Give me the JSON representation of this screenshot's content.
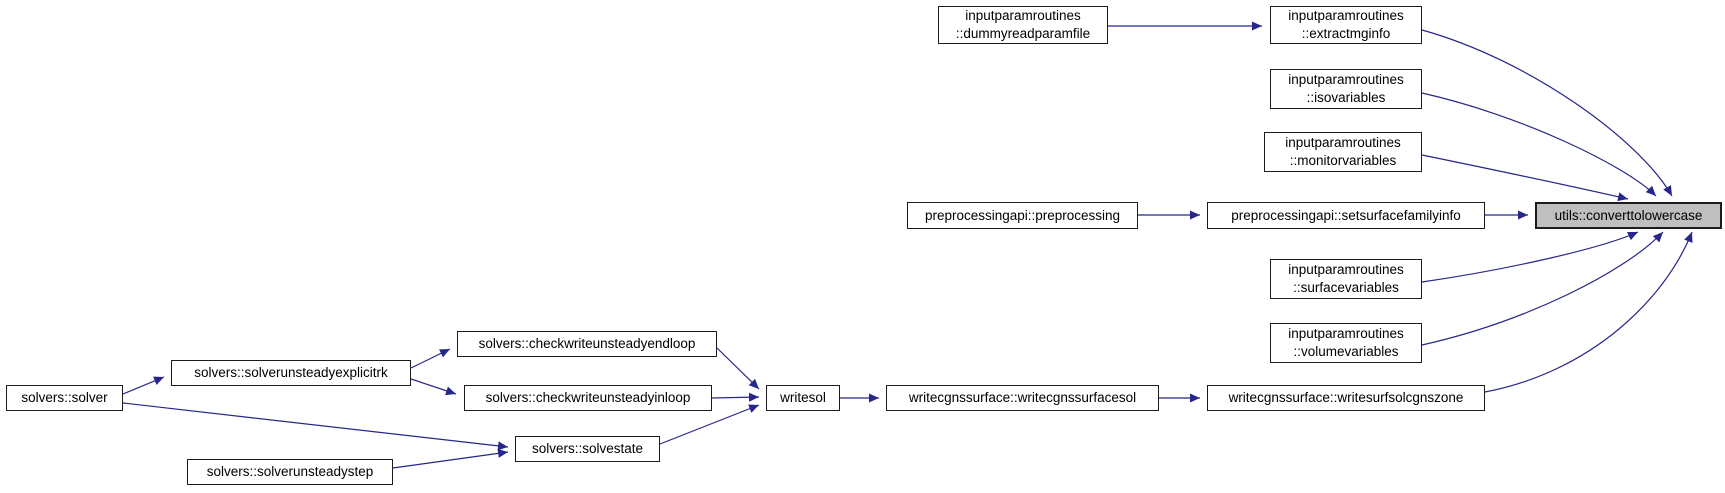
{
  "diagram": {
    "background_color": "#ffffff",
    "edge_color": "#26268b",
    "node_border_color": "#1c1c1c",
    "node_fill_color": "#ffffff",
    "highlight_fill_color": "#bfbfbf",
    "text_color": "#000000",
    "nodes": [
      {
        "id": "dummyreadparamfile",
        "lines": [
          "inputparamroutines",
          "::dummyreadparamfile"
        ],
        "highlighted": false
      },
      {
        "id": "extractmginfo",
        "lines": [
          "inputparamroutines",
          "::extractmginfo"
        ],
        "highlighted": false
      },
      {
        "id": "isovariables",
        "lines": [
          "inputparamroutines",
          "::isovariables"
        ],
        "highlighted": false
      },
      {
        "id": "monitorvariables",
        "lines": [
          "inputparamroutines",
          "::monitorvariables"
        ],
        "highlighted": false
      },
      {
        "id": "preprocessing",
        "lines": [
          "preprocessingapi::preprocessing"
        ],
        "highlighted": false
      },
      {
        "id": "setsurfacefamilyinfo",
        "lines": [
          "preprocessingapi::setsurfacefamilyinfo"
        ],
        "highlighted": false
      },
      {
        "id": "converttolowercase",
        "lines": [
          "utils::converttolowercase"
        ],
        "highlighted": true
      },
      {
        "id": "surfacevariables",
        "lines": [
          "inputparamroutines",
          "::surfacevariables"
        ],
        "highlighted": false
      },
      {
        "id": "volumevariables",
        "lines": [
          "inputparamroutines",
          "::volumevariables"
        ],
        "highlighted": false
      },
      {
        "id": "solver",
        "lines": [
          "solvers::solver"
        ],
        "highlighted": false
      },
      {
        "id": "solverunsteadyexplicitrk",
        "lines": [
          "solvers::solverunsteadyexplicitrk"
        ],
        "highlighted": false
      },
      {
        "id": "solverunsteadystep",
        "lines": [
          "solvers::solverunsteadystep"
        ],
        "highlighted": false
      },
      {
        "id": "checkwriteunsteadyendloop",
        "lines": [
          "solvers::checkwriteunsteadyendloop"
        ],
        "highlighted": false
      },
      {
        "id": "checkwriteunsteadyinloop",
        "lines": [
          "solvers::checkwriteunsteadyinloop"
        ],
        "highlighted": false
      },
      {
        "id": "solvestate",
        "lines": [
          "solvers::solvestate"
        ],
        "highlighted": false
      },
      {
        "id": "writesol",
        "lines": [
          "writesol"
        ],
        "highlighted": false
      },
      {
        "id": "writecgnssurfacesol",
        "lines": [
          "writecgnssurface::writecgnssurfacesol"
        ],
        "highlighted": false
      },
      {
        "id": "writesurfsolcgnszone",
        "lines": [
          "writecgnssurface::writesurfsolcgnszone"
        ],
        "highlighted": false
      }
    ],
    "edges": [
      {
        "from": "dummyreadparamfile",
        "to": "extractmginfo"
      },
      {
        "from": "extractmginfo",
        "to": "converttolowercase"
      },
      {
        "from": "isovariables",
        "to": "converttolowercase"
      },
      {
        "from": "monitorvariables",
        "to": "converttolowercase"
      },
      {
        "from": "preprocessing",
        "to": "setsurfacefamilyinfo"
      },
      {
        "from": "setsurfacefamilyinfo",
        "to": "converttolowercase"
      },
      {
        "from": "surfacevariables",
        "to": "converttolowercase"
      },
      {
        "from": "volumevariables",
        "to": "converttolowercase"
      },
      {
        "from": "writesurfsolcgnszone",
        "to": "converttolowercase"
      },
      {
        "from": "solver",
        "to": "solverunsteadyexplicitrk"
      },
      {
        "from": "solver",
        "to": "solvestate"
      },
      {
        "from": "solverunsteadyexplicitrk",
        "to": "checkwriteunsteadyendloop"
      },
      {
        "from": "solverunsteadyexplicitrk",
        "to": "checkwriteunsteadyinloop"
      },
      {
        "from": "solverunsteadystep",
        "to": "solvestate"
      },
      {
        "from": "checkwriteunsteadyendloop",
        "to": "writesol"
      },
      {
        "from": "checkwriteunsteadyinloop",
        "to": "writesol"
      },
      {
        "from": "solvestate",
        "to": "writesol"
      },
      {
        "from": "writesol",
        "to": "writecgnssurfacesol"
      },
      {
        "from": "writecgnssurfacesol",
        "to": "writesurfsolcgnszone"
      }
    ]
  }
}
